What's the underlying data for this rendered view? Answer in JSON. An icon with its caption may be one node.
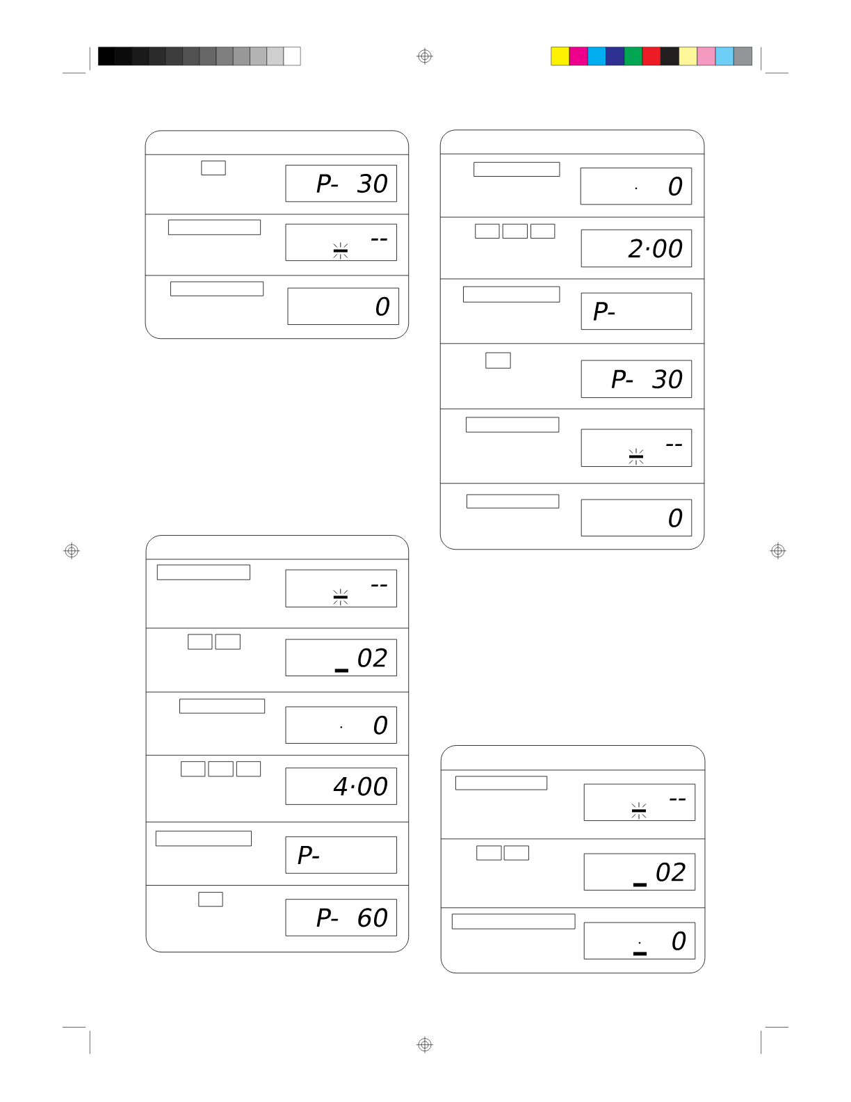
{
  "diagram": {
    "nodes": [
      {
        "text": [],
        "shape": "box"
      },
      {
        "text": [],
        "shape": "box",
        "in": 0
      },
      {
        "text": [
          "P- 30"
        ],
        "in": 0
      },
      {
        "text": [],
        "shape": "box",
        "in": 0
      },
      {
        "text": [
          "--"
        ],
        "in": 0
      },
      {
        "text": [],
        "shape": "box",
        "in": 0
      },
      {
        "text": [
          "0"
        ],
        "in": 0
      },
      {
        "text": [],
        "shape": "box"
      },
      {
        "text": [],
        "shape": "box",
        "in": 7
      },
      {
        "text": [
          "0"
        ],
        "in": 7
      },
      {
        "text": [],
        "shape": "box",
        "in": 7
      },
      {
        "text": [],
        "shape": "box",
        "in": 7
      },
      {
        "text": [],
        "shape": "box",
        "in": 7
      },
      {
        "text": [
          "2·00"
        ],
        "in": 7
      },
      {
        "text": [],
        "shape": "box",
        "in": 7
      },
      {
        "text": [
          "P-"
        ],
        "in": 7
      },
      {
        "text": [],
        "shape": "box",
        "in": 7
      },
      {
        "text": [
          "P- 30"
        ],
        "in": 7
      },
      {
        "text": [],
        "shape": "box",
        "in": 7
      },
      {
        "text": [
          "--"
        ],
        "in": 7
      },
      {
        "text": [],
        "shape": "box",
        "in": 7
      },
      {
        "text": [
          "0"
        ],
        "in": 7
      },
      {
        "text": [],
        "shape": "box"
      },
      {
        "text": [],
        "shape": "box",
        "in": 22
      },
      {
        "text": [
          "--"
        ],
        "in": 22
      },
      {
        "text": [],
        "shape": "box",
        "in": 22
      },
      {
        "text": [],
        "shape": "box",
        "in": 22
      },
      {
        "text": [
          "02"
        ],
        "in": 22
      },
      {
        "text": [],
        "shape": "box",
        "in": 22
      },
      {
        "text": [
          "0"
        ],
        "in": 22
      },
      {
        "text": [],
        "shape": "box",
        "in": 22
      },
      {
        "text": [],
        "shape": "box",
        "in": 22
      },
      {
        "text": [],
        "shape": "box",
        "in": 22
      },
      {
        "text": [
          "4·00"
        ],
        "in": 22
      },
      {
        "text": [],
        "shape": "box",
        "in": 22
      },
      {
        "text": [
          "P-"
        ],
        "in": 22
      },
      {
        "text": [],
        "shape": "box",
        "in": 22
      },
      {
        "text": [
          "P- 60"
        ],
        "in": 22
      },
      {
        "text": [],
        "shape": "box"
      },
      {
        "text": [],
        "shape": "box",
        "in": 38
      },
      {
        "text": [
          "--"
        ],
        "in": 38
      },
      {
        "text": [],
        "shape": "box",
        "in": 38
      },
      {
        "text": [],
        "shape": "box",
        "in": 38
      },
      {
        "text": [
          "02"
        ],
        "in": 38
      },
      {
        "text": [],
        "shape": "box",
        "in": 38
      },
      {
        "text": [
          "0"
        ],
        "in": 38
      }
    ]
  }
}
